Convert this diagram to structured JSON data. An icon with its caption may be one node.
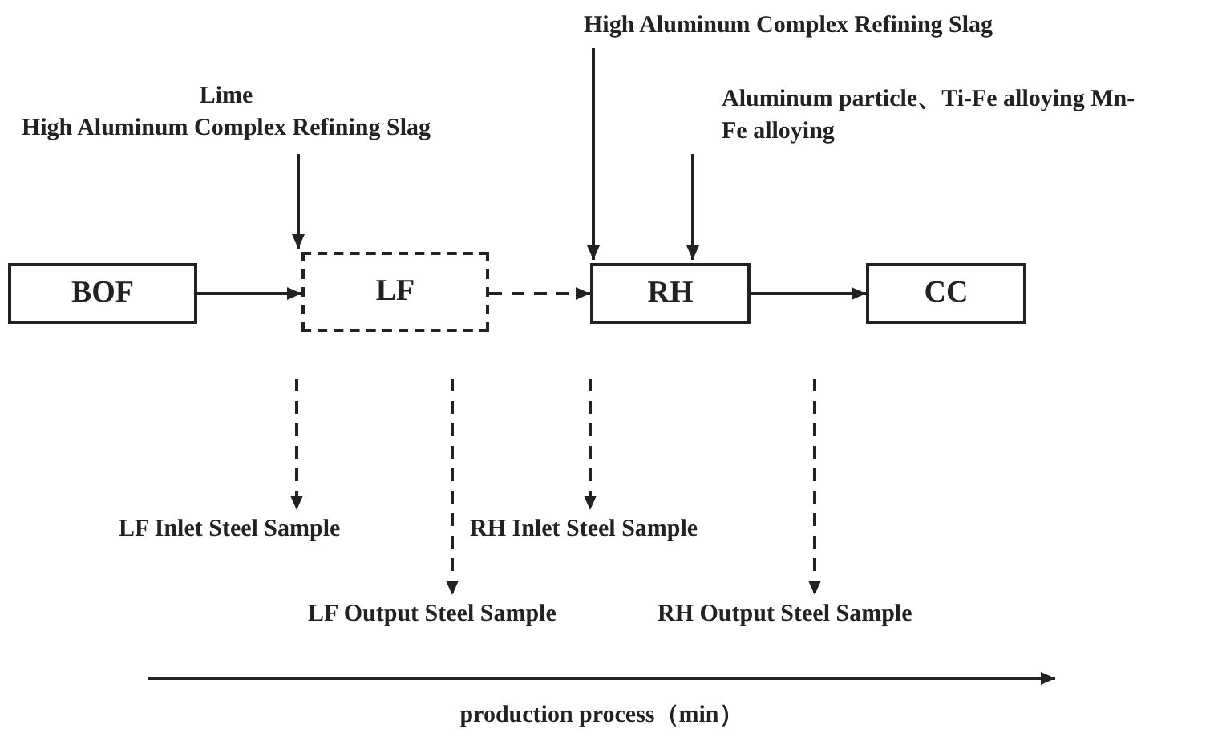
{
  "diagram": {
    "nodes": [
      {
        "text": [
          "BOF"
        ]
      },
      {
        "text": [
          "LF"
        ]
      },
      {
        "text": [
          "RH"
        ]
      },
      {
        "text": [
          "CC"
        ]
      },
      {
        "text": [
          "Lime",
          "High Aluminum Complex Refining Slag"
        ]
      },
      {
        "text": [
          "High Aluminum Complex Refining Slag"
        ]
      },
      {
        "text": [
          "Aluminum particle、Ti-Fe alloying Mn-Fe alloying"
        ]
      },
      {
        "text": [
          "LF Inlet Steel Sample"
        ]
      },
      {
        "text": [
          "LF Output Steel Sample"
        ]
      },
      {
        "text": [
          "RH Inlet Steel Sample"
        ]
      },
      {
        "text": [
          "RH Output Steel Sample"
        ]
      }
    ],
    "edges": [
      {
        "from": 0,
        "to": 1,
        "arrow": "to"
      },
      {
        "from": 1,
        "to": 2,
        "arrow": "to",
        "style": "dashed"
      },
      {
        "from": 2,
        "to": 3,
        "arrow": "to"
      },
      {
        "from": 4,
        "to": 1,
        "arrow": "to"
      },
      {
        "from": 5,
        "to": 2,
        "arrow": "to"
      },
      {
        "from": 6,
        "to": 2,
        "arrow": "to"
      },
      {
        "from": null,
        "to": 7,
        "arrow": "to",
        "style": "dashed"
      },
      {
        "from": null,
        "to": 8,
        "arrow": "to",
        "style": "dashed"
      },
      {
        "from": null,
        "to": 9,
        "arrow": "to",
        "style": "dashed"
      },
      {
        "from": null,
        "to": 10,
        "arrow": "to",
        "style": "dashed"
      }
    ],
    "labels": [
      "production process（min）"
    ]
  }
}
